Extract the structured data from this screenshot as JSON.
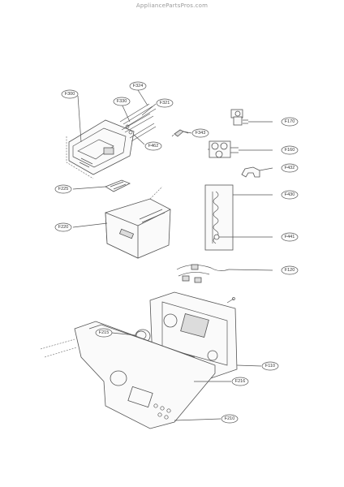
{
  "watermark": "AppliancePartsPros.com",
  "callouts": {
    "F300": "F300",
    "F330": "F330",
    "F324": "F324",
    "F321": "F321",
    "F462": "F462",
    "F343": "F343",
    "F170": "F170",
    "F160": "F160",
    "F432": "F432",
    "F225": "F225",
    "F430": "F430",
    "F220": "F220",
    "F441": "F441",
    "F120": "F120",
    "F215": "F215",
    "F110": "F110",
    "F216": "F216",
    "F210": "F210"
  }
}
